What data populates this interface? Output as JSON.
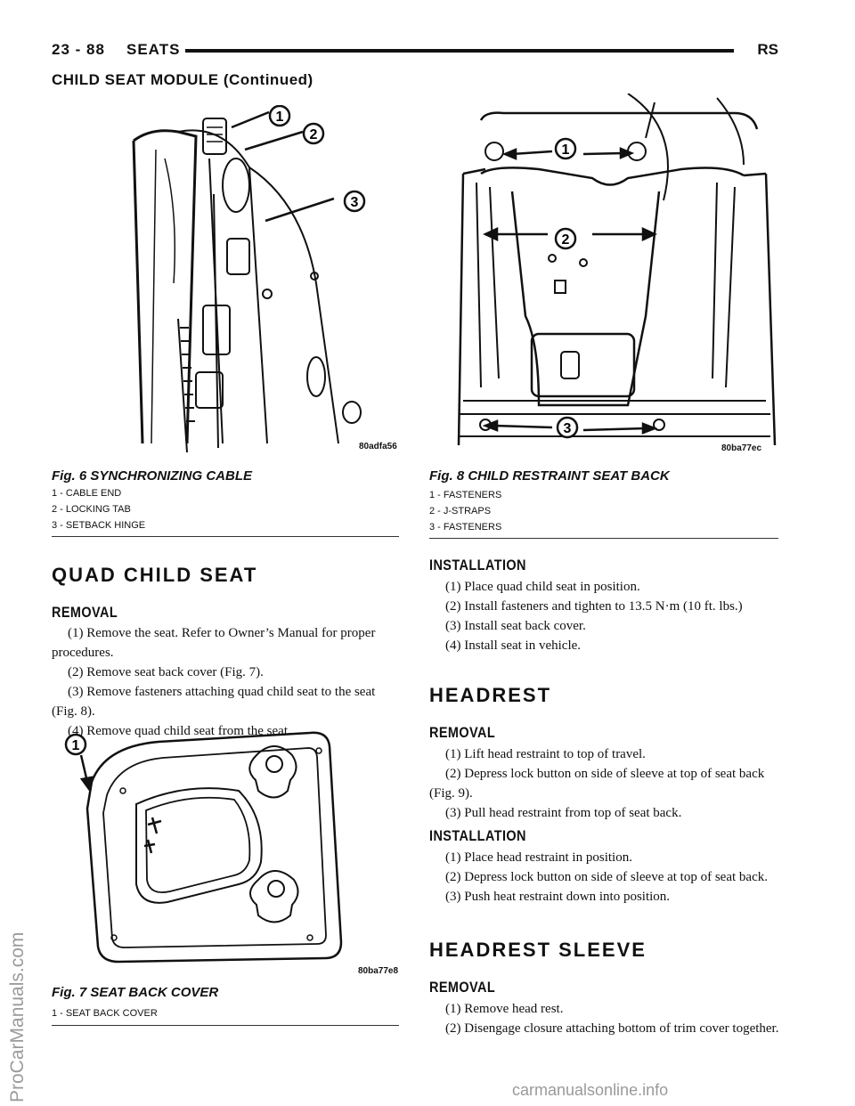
{
  "header": {
    "page": "23 - 88",
    "section": "SEATS",
    "code": "RS"
  },
  "continued": "CHILD SEAT MODULE (Continued)",
  "fig6": {
    "code": "80adfa56",
    "callouts": [
      "1",
      "2",
      "3"
    ],
    "title": "Fig. 6 SYNCHRONIZING CABLE",
    "legend": [
      "1 - CABLE END",
      "2 - LOCKING TAB",
      "3 - SETBACK HINGE"
    ]
  },
  "fig8": {
    "code": "80ba77ec",
    "callouts": [
      "1",
      "2",
      "3"
    ],
    "title": "Fig. 8 CHILD RESTRAINT SEAT BACK",
    "legend": [
      "1 - FASTENERS",
      "2 - J-STRAPS",
      "3 - FASTENERS"
    ]
  },
  "fig7": {
    "code": "80ba77e8",
    "callouts": [
      "1"
    ],
    "title": "Fig. 7 SEAT BACK COVER",
    "legend": [
      "1 - SEAT BACK COVER"
    ]
  },
  "quad": {
    "title": "QUAD CHILD SEAT",
    "removal": {
      "heading": "REMOVAL",
      "steps": [
        "(1) Remove the seat. Refer to Owner’s Manual for proper procedures.",
        "(2) Remove seat back cover (Fig. 7).",
        "(3) Remove fasteners attaching quad child seat to the seat (Fig. 8).",
        "(4) Remove quad child seat from the seat."
      ]
    },
    "installation": {
      "heading": "INSTALLATION",
      "steps": [
        "(1) Place quad child seat in position.",
        "(2) Install fasteners and tighten to 13.5 N·m (10 ft. lbs.)",
        "(3) Install seat back cover.",
        "(4) Install seat in vehicle."
      ]
    }
  },
  "headrest": {
    "title": "HEADREST",
    "removal": {
      "heading": "REMOVAL",
      "steps": [
        "(1) Lift head restraint to top of travel.",
        "(2) Depress lock button on side of sleeve at top of seat back (Fig. 9).",
        "(3) Pull head restraint from top of seat back."
      ]
    },
    "installation": {
      "heading": "INSTALLATION",
      "steps": [
        "(1) Place head restraint in position.",
        "(2) Depress lock button on side of sleeve at top of seat back.",
        "(3) Push heat restraint down into position."
      ]
    }
  },
  "sleeve": {
    "title": "HEADREST SLEEVE",
    "removal": {
      "heading": "REMOVAL",
      "steps": [
        "(1) Remove head rest.",
        "(2) Disengage closure attaching bottom of trim cover together."
      ]
    }
  },
  "watermark_side": "ProCarManuals.com",
  "watermark_bottom": "carmanualsonline.info"
}
